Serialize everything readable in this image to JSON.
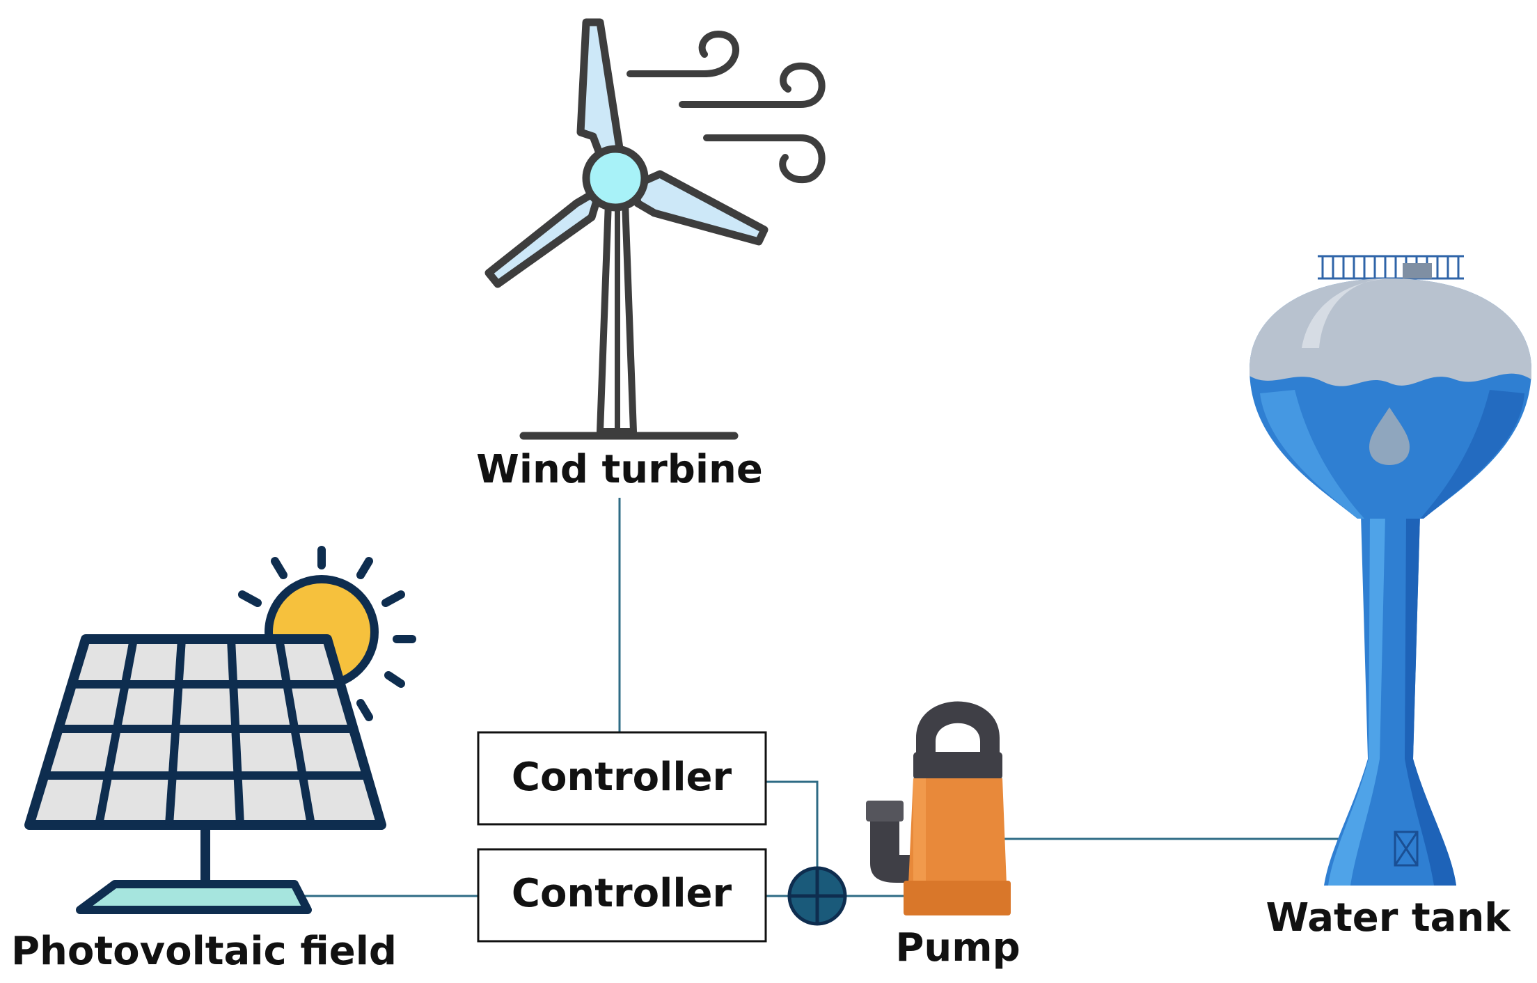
{
  "labels": {
    "wind_turbine": "Wind turbine",
    "photovoltaic_field": "Photovoltaic field",
    "controller_top": "Controller",
    "controller_bottom": "Controller",
    "pump": "Pump",
    "water_tank": "Water tank"
  },
  "icons": {
    "wind_turbine": "wind-turbine-icon",
    "wind": "wind-gust-icon",
    "solar_panel": "solar-panel-icon",
    "sun": "sun-icon",
    "pump": "submersible-pump-icon",
    "water_tower": "water-tower-icon",
    "water_drop": "water-drop-icon",
    "junction": "summing-junction-icon"
  },
  "colors": {
    "connector": "#2E6B85",
    "turbine_blade": "#CDE8F8",
    "turbine_hub": "#A8F2F8",
    "turbine_outline": "#3D3D3D",
    "panel_frame": "#0E2D4F",
    "panel_cell": "#E3E3E3",
    "sun": "#F6C13D",
    "pump_body": "#E8893A",
    "pump_dark": "#3F3F46",
    "tank_top": "#B8C2CF",
    "tank_water": "#2F7FD2",
    "junction_fill": "#1A5A7A"
  }
}
